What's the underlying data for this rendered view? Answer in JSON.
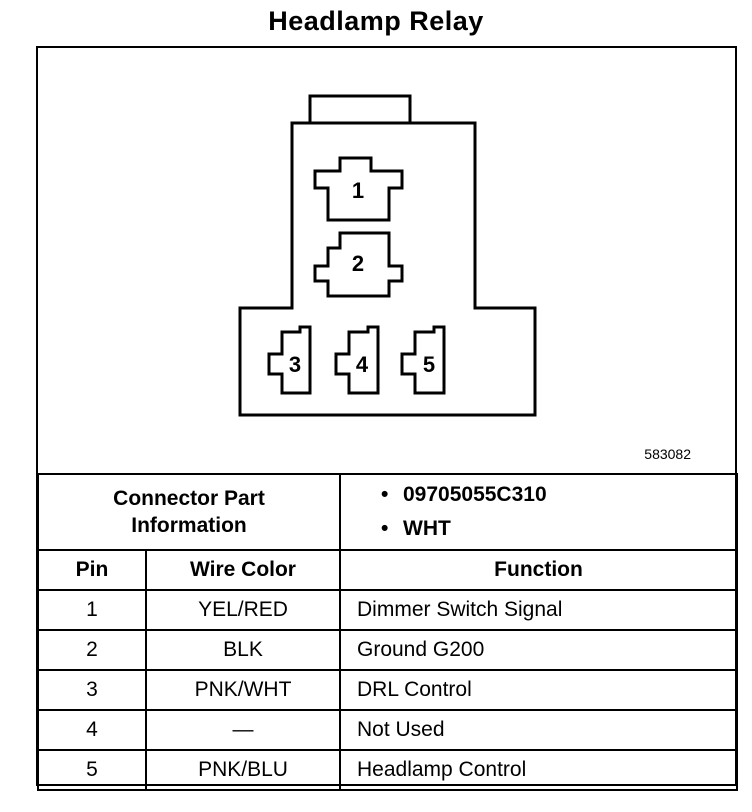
{
  "title": "Headlamp Relay",
  "figure_number": "583082",
  "connector": {
    "pins": [
      "1",
      "2",
      "3",
      "4",
      "5"
    ]
  },
  "part_info": {
    "label_line1": "Connector Part",
    "label_line2": "Information",
    "items": [
      "09705055C310",
      "WHT"
    ]
  },
  "table": {
    "headers": {
      "pin": "Pin",
      "wire_color": "Wire Color",
      "function": "Function"
    },
    "rows": [
      {
        "pin": "1",
        "wire_color": "YEL/RED",
        "function": "Dimmer Switch Signal"
      },
      {
        "pin": "2",
        "wire_color": "BLK",
        "function": "Ground G200"
      },
      {
        "pin": "3",
        "wire_color": "PNK/WHT",
        "function": "DRL Control"
      },
      {
        "pin": "4",
        "wire_color": "—",
        "function": "Not Used"
      },
      {
        "pin": "5",
        "wire_color": "PNK/BLU",
        "function": "Headlamp Control"
      }
    ]
  }
}
